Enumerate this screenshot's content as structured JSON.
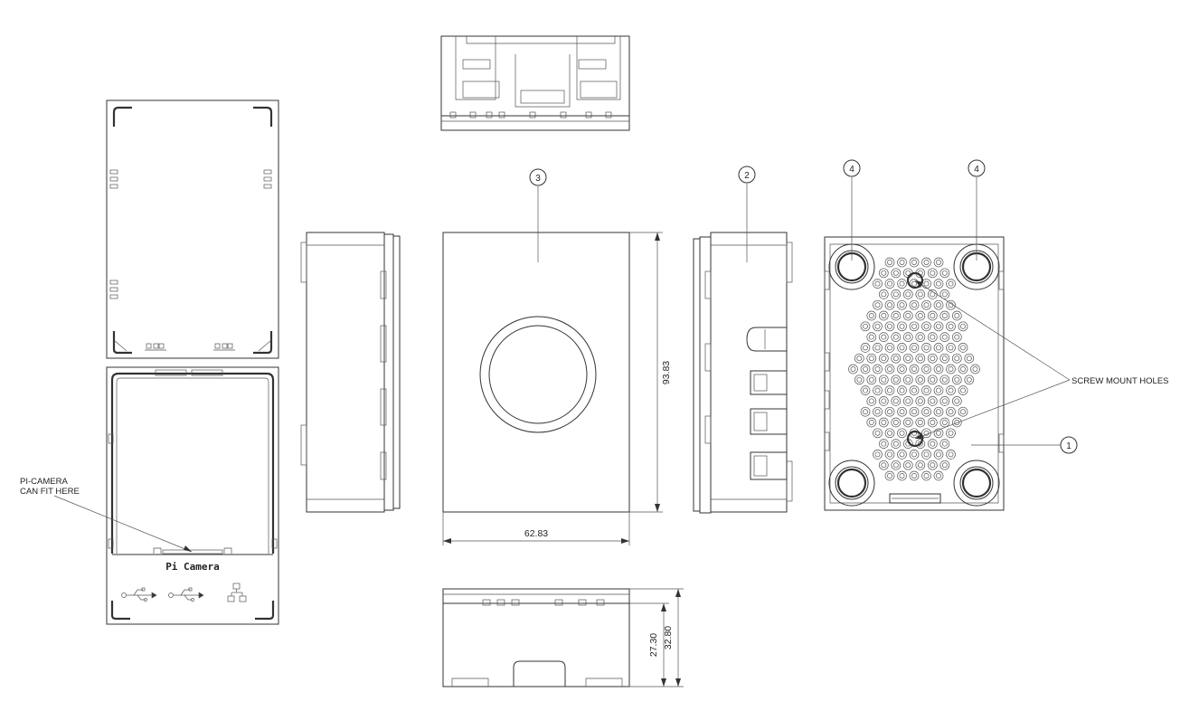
{
  "dimensions": {
    "width": "62.83",
    "height": "93.83",
    "depth_inner": "27.30",
    "depth_outer": "32.80"
  },
  "callouts": {
    "body": "1",
    "side": "2",
    "front": "3",
    "mount_left": "4",
    "mount_right": "4"
  },
  "notes": {
    "screw_holes": "SCREW MOUNT HOLES",
    "camera_line1": "PI-CAMERA",
    "camera_line2": "CAN FIT HERE",
    "camera_label": "Pi Camera"
  },
  "icons": [
    "usb-icon",
    "usb-icon",
    "ethernet-icon"
  ]
}
